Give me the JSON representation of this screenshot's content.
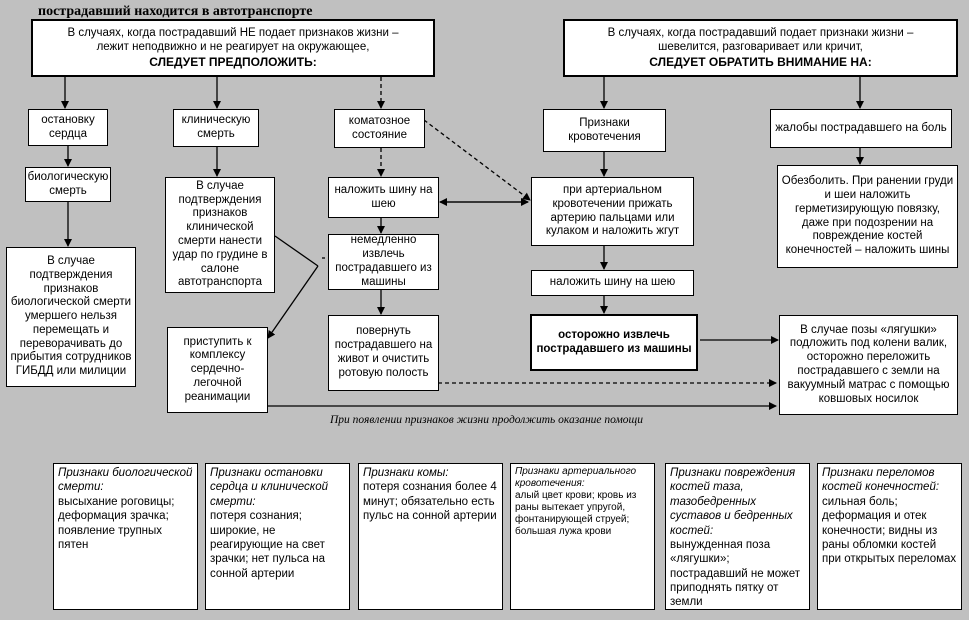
{
  "title": "пострадавший находится в автотранспорте",
  "left_header": {
    "line1": "В случаях, когда пострадавший НЕ подает признаков жизни –",
    "line2": "лежит неподвижно и не реагирует на окружающее,",
    "emph": "СЛЕДУЕТ ПРЕДПОЛОЖИТЬ:"
  },
  "right_header": {
    "line1": "В случаях, когда пострадавший подает признаки жизни –",
    "line2": "шевелится, разговаривает или кричит,",
    "emph": "СЛЕДУЕТ ОБРАТИТЬ ВНИМАНИЕ НА:"
  },
  "nodes": {
    "cardiac_arrest": "остановку сердца",
    "clinical_death": "клиническую смерть",
    "coma": "коматозное состояние",
    "bleeding": "Признаки кровотечения",
    "complaints": "жалобы пострадавшего на боль",
    "bio_death": "биологическую смерть",
    "precordial": "В случае подтверждения признаков клинической смерти нанести удар по грудине в салоне автотранспорта",
    "splint1": "наложить шину на шею",
    "arterial": "при артериальном кровотечении прижать артерию пальцами или кулаком и наложить жгут",
    "anesthesia": "Обезболить. При ранении груди и шеи наложить герметизирующую повязку, даже при подозрении на повреждение костей конечностей – наложить шины",
    "bio_confirm": "В случае подтверждения признаков биологической смерти умершего нельзя перемещать и переворачивать до прибытия сотрудников ГИБДД или милиции",
    "extract1": "немедленно извлечь пострадавшего из машины",
    "splint2": "наложить шину на шею",
    "cpr": "приступить к комплексу сердечно-легочной реанимации",
    "turn_over": "повернуть пострадавшего на живот и очистить ротовую полость",
    "careful_extract": "осторожно извлечь пострадавшего из машины",
    "frog_pose": "В случае позы «лягушки» подложить под колени валик, осторожно переложить пострадавшего с земли на вакуумный матрас с помощью ковшовых носилок"
  },
  "note": "При появлении признаков жизни продолжить оказание помощи",
  "info_boxes": [
    {
      "title": "Признаки биологической смерти:",
      "body": "высыхание роговицы; деформация зрачка; появление трупных пятен"
    },
    {
      "title": "Признаки остановки сердца и клинической смерти:",
      "body": "потеря сознания; широкие, не реагирующие на свет зрачки; нет пульса на сонной артерии"
    },
    {
      "title": "Признаки комы:",
      "body": "потеря сознания более 4 минут; обязательно есть пульс на сонной артерии"
    },
    {
      "title": "Признаки артериального кровотечения:",
      "body": "алый цвет крови; кровь из раны вытекает упругой, фонтанирующей струей; большая лужа крови"
    },
    {
      "title": "Признаки повреждения костей таза, тазобедренных суставов и бедренных костей:",
      "body": "вынужденная поза «лягушки»; пострадавший не может приподнять пятку от земли"
    },
    {
      "title": "Признаки переломов костей конечностей:",
      "body": "сильная боль; деформация и отек конечности; видны из раны обломки костей при открытых переломах"
    }
  ]
}
